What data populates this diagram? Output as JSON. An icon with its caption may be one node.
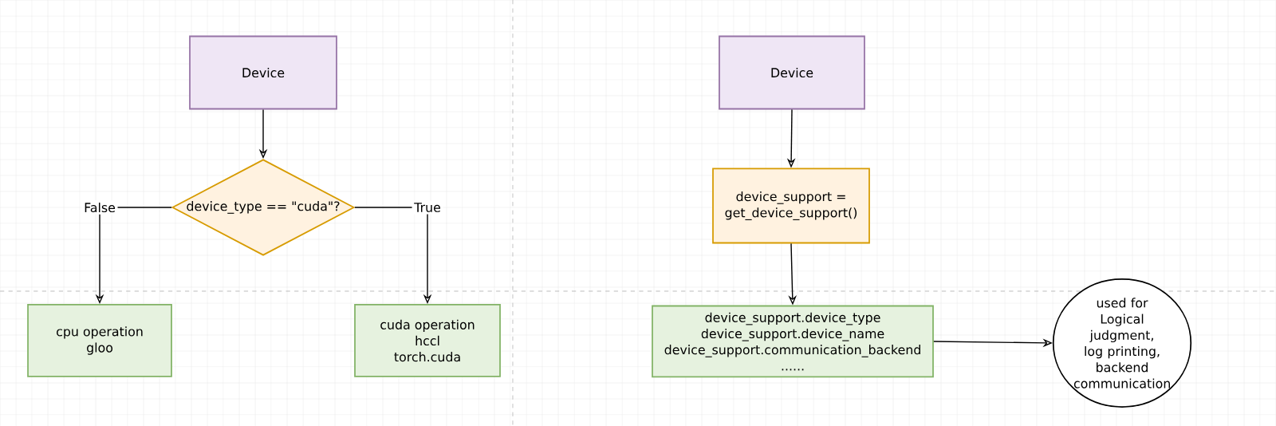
{
  "diagram": {
    "nodes": [
      {
        "text": [
          "Device"
        ]
      },
      {
        "text": [
          "device_type == \"cuda\"?"
        ]
      },
      {
        "text": [
          "cpu operation",
          "gloo"
        ]
      },
      {
        "text": [
          "cuda operation",
          "hccl",
          "torch.cuda"
        ]
      },
      {
        "text": [
          "Device"
        ]
      },
      {
        "text": [
          "device_support =",
          "get_device_support()"
        ]
      },
      {
        "text": [
          "device_support.device_type",
          "device_support.device_name",
          "device_support.communication_backend",
          "......"
        ]
      },
      {
        "text": [
          "used for Logical judgment, log printing, backend communication"
        ]
      }
    ],
    "edges": [
      {
        "from": 0,
        "to": 1,
        "arrow": "to"
      },
      {
        "from": 1,
        "to": 2,
        "arrow": "to",
        "label": "False"
      },
      {
        "from": 1,
        "to": 3,
        "arrow": "to",
        "label": "True"
      },
      {
        "from": 4,
        "to": 5,
        "arrow": "to"
      },
      {
        "from": 5,
        "to": 6,
        "arrow": "to"
      },
      {
        "from": 6,
        "to": 7,
        "arrow": "to"
      }
    ]
  }
}
